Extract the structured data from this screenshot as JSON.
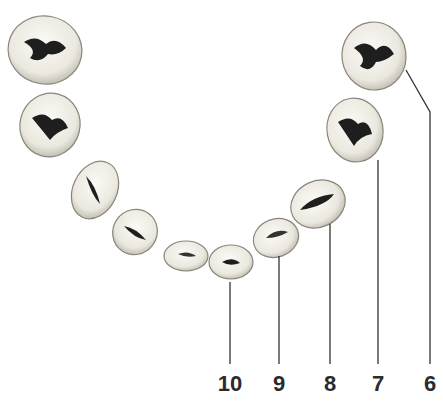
{
  "diagram": {
    "labels": [
      "10",
      "9",
      "8",
      "7",
      "6"
    ]
  }
}
